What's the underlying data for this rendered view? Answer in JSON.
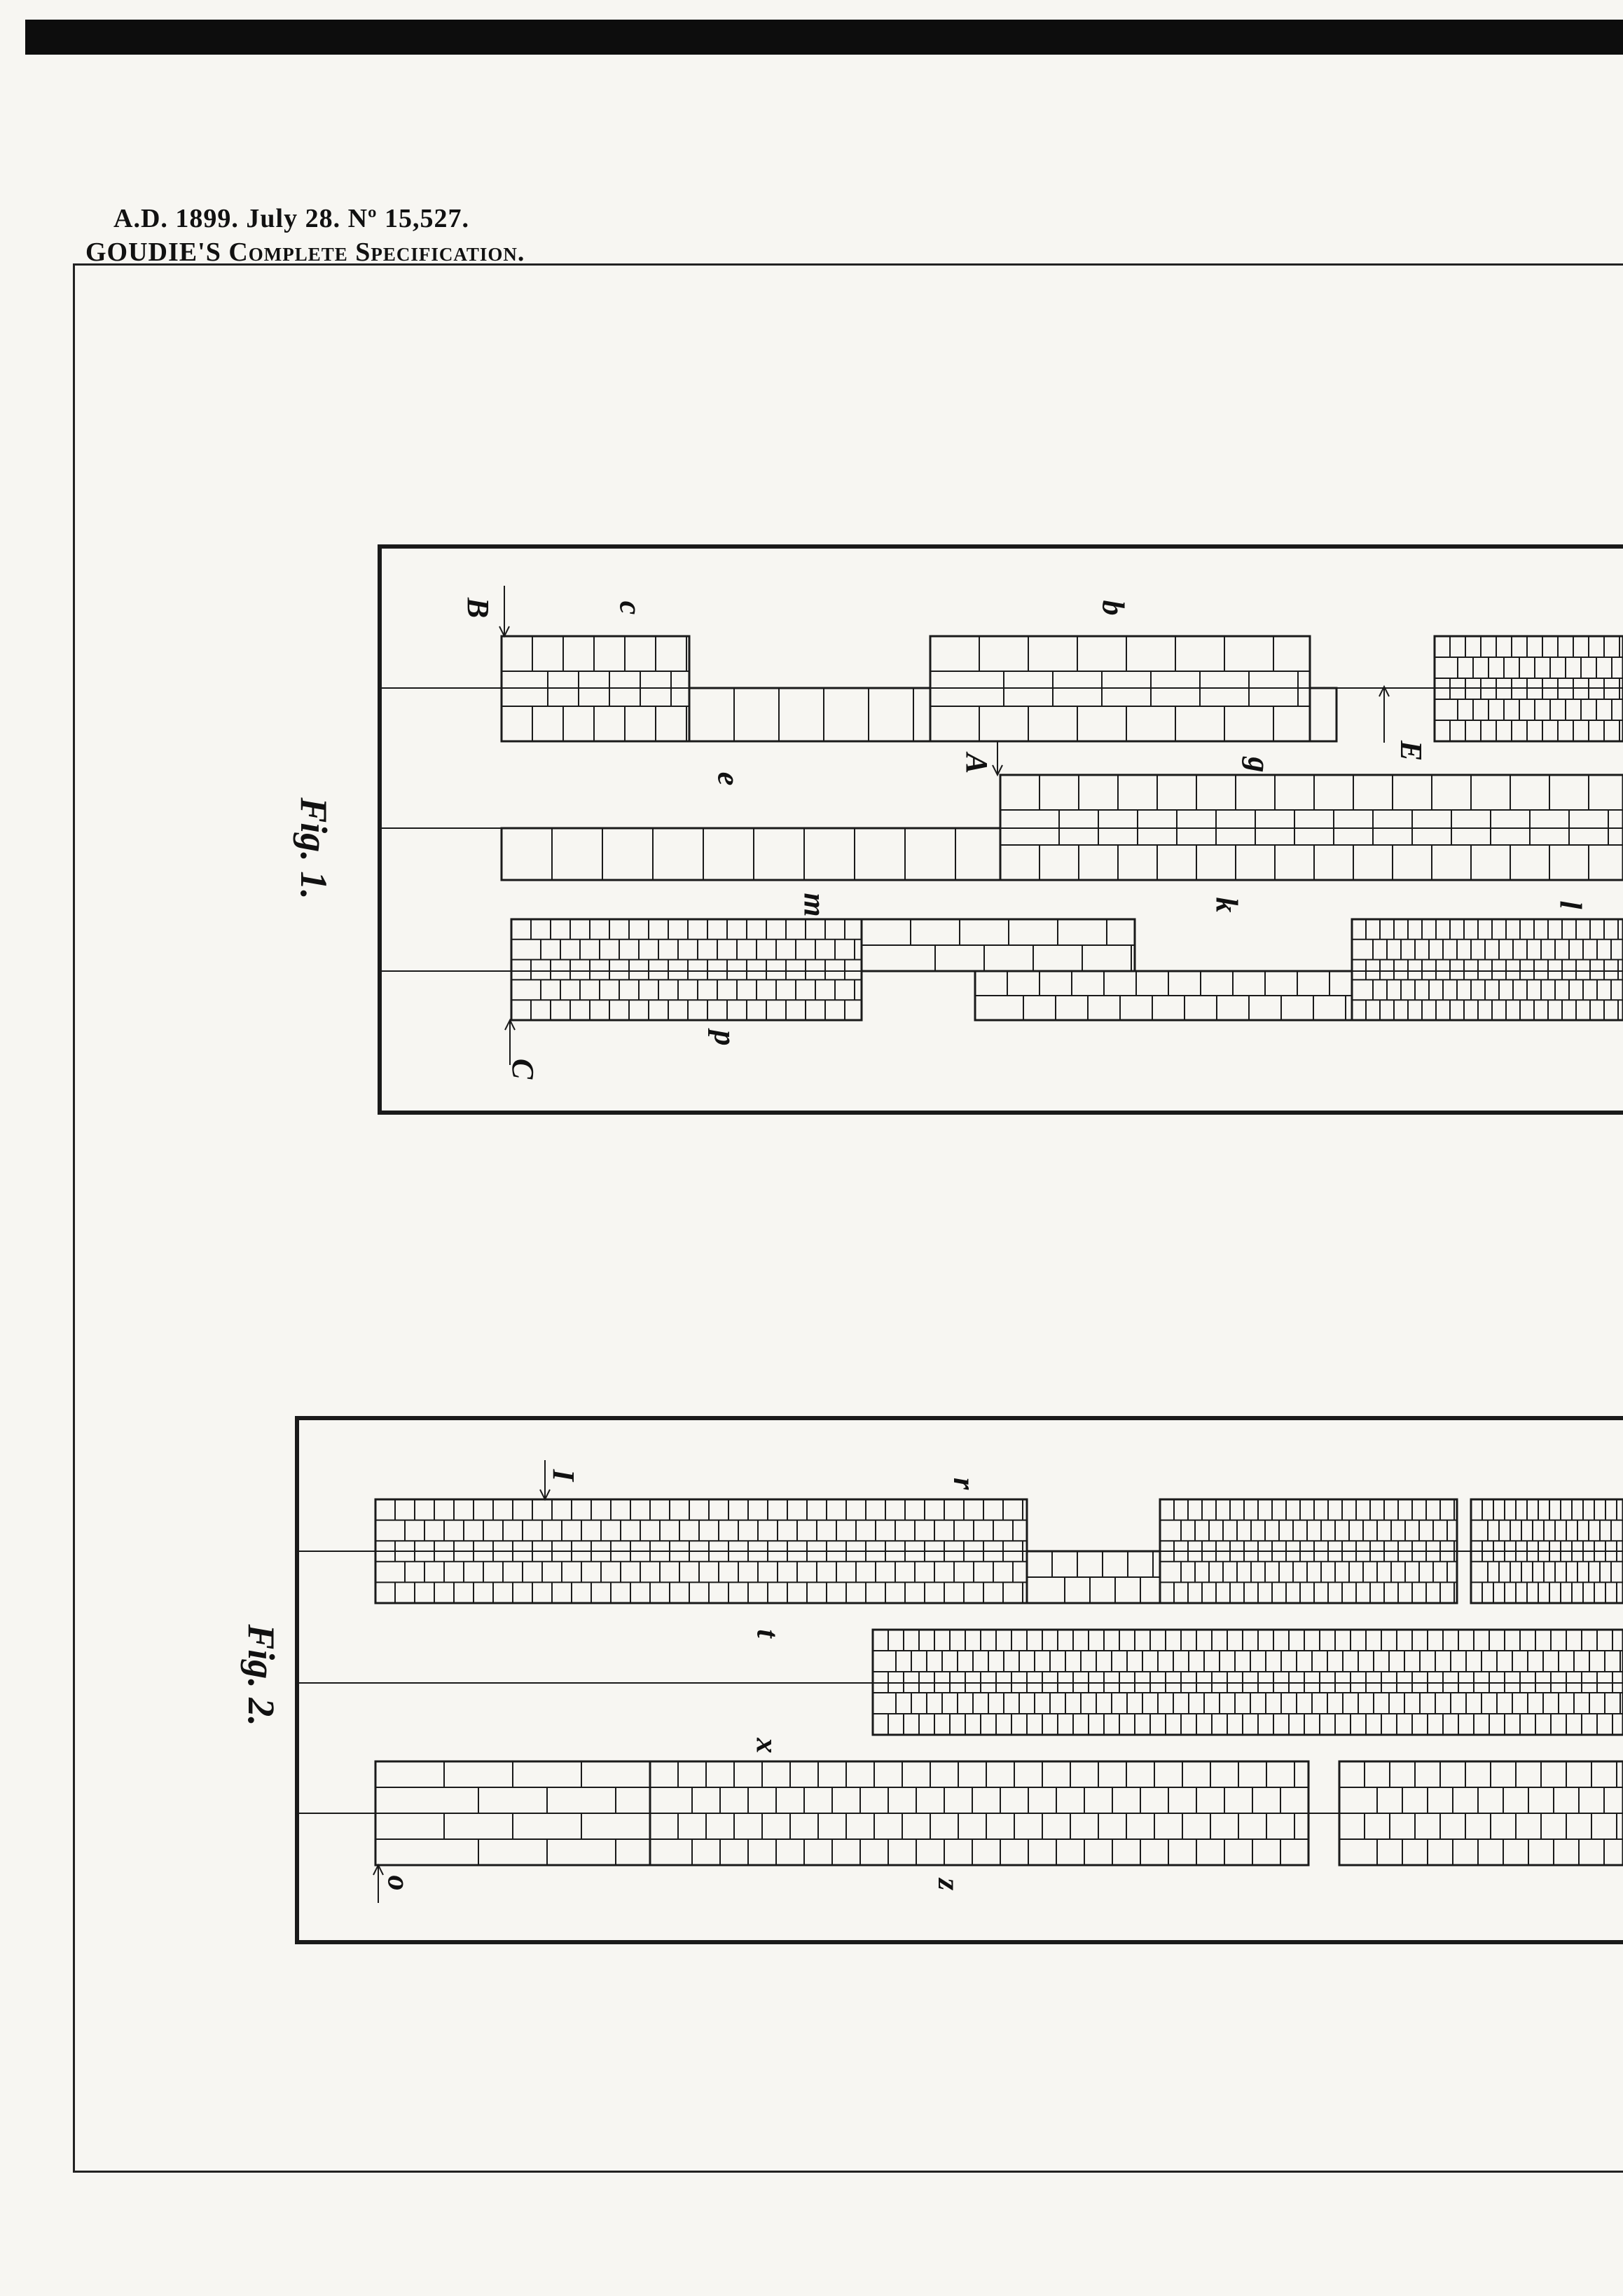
{
  "header": {
    "line1": "A.D. 1899. July 28. Nº 15,527.",
    "line2_name": "GOUDIE'S",
    "line2_rest": "Complete Specification."
  },
  "figures": [
    {
      "label": "Fig. 1.",
      "letters": [
        "B",
        "c",
        "b",
        "E",
        "e",
        "A",
        "g",
        "k",
        "m",
        "l",
        "p",
        "C"
      ]
    },
    {
      "label": "Fig. 2.",
      "letters": [
        "I",
        "r",
        "t",
        "x",
        "o",
        "z"
      ]
    }
  ]
}
